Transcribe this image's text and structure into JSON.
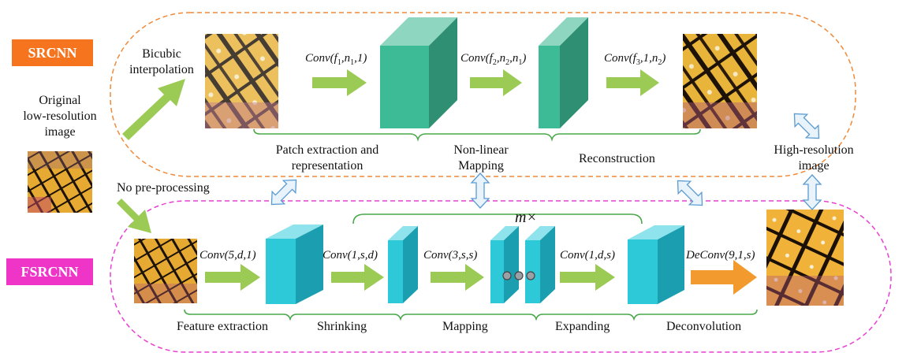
{
  "labels": {
    "srcnn": "SRCNN",
    "fsrcnn": "FSRCNN",
    "original": [
      "Original",
      "low-resolution",
      "image"
    ],
    "bicubic": [
      "Bicubic",
      "interpolation"
    ],
    "no_preprocessing": "No pre-processing",
    "high_res": [
      "High-resolution",
      "image"
    ],
    "repeat": "m×",
    "srcnn_conv": [
      "Conv(f1,n1,1)",
      "Conv(f2,n2,n1)",
      "Conv(f3,1,n2)"
    ],
    "srcnn_stages": {
      "patch": [
        "Patch extraction and",
        "representation"
      ],
      "mapping": [
        "Non-linear",
        "Mapping"
      ],
      "reconstruction": "Reconstruction"
    },
    "fsrcnn_conv": [
      "Conv(5,d,1)",
      "Conv(1,s,d)",
      "Conv(3,s,s)",
      "Conv(1,d,s)",
      "DeConv(9,1,s)"
    ],
    "fsrcnn_stages": [
      "Feature extraction",
      "Shrinking",
      "Mapping",
      "Expanding",
      "Deconvolution"
    ]
  },
  "colors": {
    "srcnn_accent": "#f5741d",
    "fsrcnn_accent": "#ee35c8",
    "srcnn_layer": "#3dbb96",
    "fsrcnn_layer": "#2ec9d8",
    "flow_arrow": "#9ccb55",
    "deconv_arrow": "#f39a2e"
  }
}
